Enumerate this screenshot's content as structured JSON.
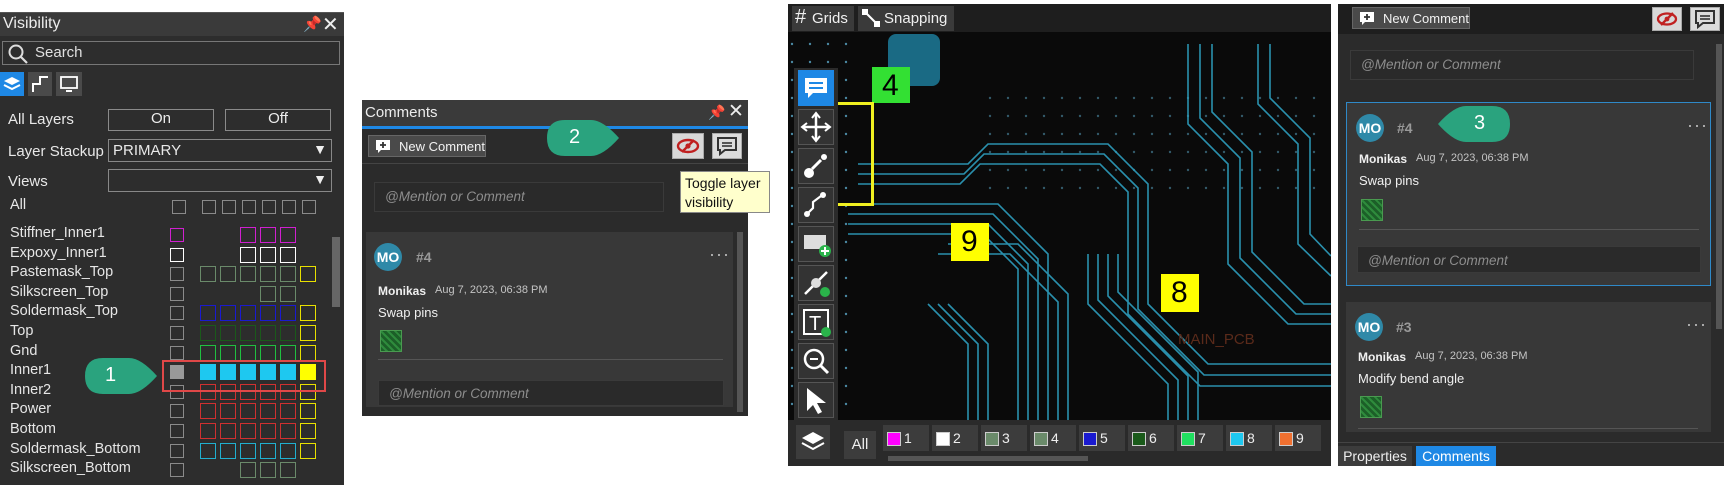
{
  "visibility": {
    "title": "Visibility",
    "search_placeholder": "Search",
    "all_layers_label": "All Layers",
    "on_label": "On",
    "off_label": "Off",
    "layer_stackup_label": "Layer Stackup",
    "layer_stackup_value": "PRIMARY",
    "views_label": "Views",
    "views_value": "",
    "all_label": "All",
    "layers": [
      {
        "name": "Stiffner_Inner1",
        "color": "#d020d0"
      },
      {
        "name": "Expoxy_Inner1",
        "color": "#ffffff"
      },
      {
        "name": "Pastemask_Top",
        "color": "#6a8a6a"
      },
      {
        "name": "Silkscreen_Top",
        "color": "#6a8a6a"
      },
      {
        "name": "Soldermask_Top",
        "color": "#1a1ad0"
      },
      {
        "name": "Top",
        "color": "#1a5a1a"
      },
      {
        "name": "Gnd",
        "color": "#20c040"
      },
      {
        "name": "Inner1",
        "color": "#1ec8f0"
      },
      {
        "name": "Inner2",
        "color": "#d03030"
      },
      {
        "name": "Power",
        "color": "#d03030"
      },
      {
        "name": "Bottom",
        "color": "#d03030"
      },
      {
        "name": "Soldermask_Bottom",
        "color": "#20b0d0"
      },
      {
        "name": "Silkscreen_Bottom",
        "color": "#6a8a6a"
      }
    ],
    "callout": "1"
  },
  "comments_panel": {
    "title": "Comments",
    "new_comment_label": "New Comment",
    "mention_placeholder": "@Mention or Comment",
    "tooltip": "Toggle layer visibility",
    "callout": "2",
    "comment": {
      "avatar": "MO",
      "number": "#4",
      "author": "Monikas",
      "timestamp": "Aug 7, 2023, 06:38 PM",
      "text": "Swap pins"
    }
  },
  "pcb_view": {
    "grids_label": "Grids",
    "snapping_label": "Snapping",
    "markers": [
      "4",
      "9",
      "8"
    ],
    "board_text": "MAIN_PCB",
    "all_label": "All",
    "layer_swatches": [
      {
        "label": "1",
        "color": "#ff00ff"
      },
      {
        "label": "2",
        "color": "#ffffff"
      },
      {
        "label": "3",
        "color": "#6a8a6a"
      },
      {
        "label": "4",
        "color": "#6a8a6a"
      },
      {
        "label": "5",
        "color": "#1a1ad0"
      },
      {
        "label": "6",
        "color": "#1a5a1a"
      },
      {
        "label": "7",
        "color": "#20e060"
      },
      {
        "label": "8",
        "color": "#1ec8f0"
      },
      {
        "label": "9",
        "color": "#f07030"
      }
    ]
  },
  "right_comments": {
    "new_comment_label": "New Comment",
    "mention_placeholder": "@Mention or Comment",
    "callout": "3",
    "comments": [
      {
        "avatar": "MO",
        "number": "#4",
        "author": "Monikas",
        "timestamp": "Aug 7, 2023, 06:38 PM",
        "text": "Swap pins"
      },
      {
        "avatar": "MO",
        "number": "#3",
        "author": "Monikas",
        "timestamp": "Aug 7, 2023, 06:38 PM",
        "text": "Modify bend angle"
      }
    ],
    "tabs": [
      "Properties",
      "Comments"
    ]
  }
}
